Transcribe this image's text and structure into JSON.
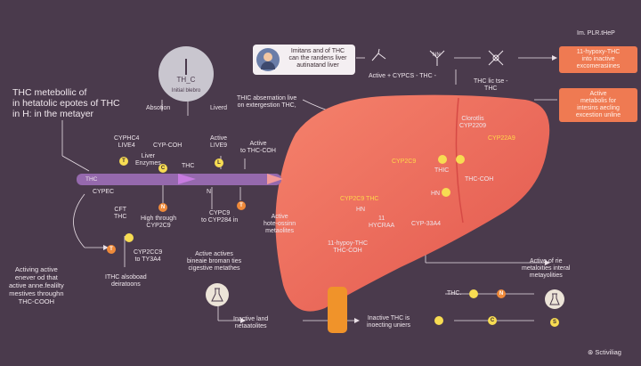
{
  "top_right": {
    "caption": "Im. PLR.tHeP"
  },
  "boxes": [
    {
      "id": "b1",
      "text": "11-hypoxy-THC\ninto inactive\nexcomerasiines"
    },
    {
      "id": "b2",
      "text": "Active\nmetabolis for\nintesins aecling\nexcestion unline"
    }
  ],
  "title": "THC metebollic of\nin hetatolic epotes of THC\nin H: in the metayer",
  "clock": {
    "label": "TH_C",
    "sub": "Initial blebro"
  },
  "labels": {
    "absotion": "Absotion",
    "liverd": "Liverd",
    "obs": "THIC absernation live\non extergestion THC,",
    "patient": "Imitans and of THC\ncan the randens liver\nautinatand liver",
    "active_cyp": "Active + CYPCS - THC -",
    "thc_ligtse": "THC lic tse -\nTHC",
    "cyp_left": "CYPHC4\nLIVE4",
    "cyp_coh": "CYP-COH",
    "active_live9": "Active\nLIVE9",
    "active_thc_coh": "Active\nto THC-COH",
    "liver_enz": "Liver\nEnzymes",
    "thc_mid": "THC",
    "thc_bar": "THC",
    "cypec": "CYPEC",
    "n_mark": "N",
    "cft": "CFT\nTHC",
    "high": "High through\nCYP2C9",
    "cyp9": "CYPC9\nto CYP284 in",
    "cyp2cc9": "CYP2CC9\nto TY3A4",
    "ithc": "ITHC alsoboad\ndeiratoons",
    "active_hote": "Active\nhote-ossinn\nmetaolites",
    "clorolis": "Clorotlis\nCYP2209",
    "cyp22a9": "CYP22A9",
    "cyp2c9_r": "CYP2C9",
    "thc_r": "THIC",
    "thc_coh_r": "THC-COH",
    "cyp3_thc": "CYP2C9    THC",
    "hn": "HN",
    "hycraa": "11\nHYCRAA",
    "cyp33a4": "CYP-33A4",
    "hypoxy": "11-hypoy-THC\nTHC-COH",
    "active_actives": "Active actives\nbineaie broman ties\ncigestive metathes",
    "activing": "Activing active\nenever od that\nactive anne.fealilty\nmestives throughn\nTHC-COOH",
    "inactive_land": "Inactive land\nnetaatolites",
    "inactive_thc": "Inactive THC is\ninoecting uniers",
    "active_rie": "Active of rie\nmetaloities interal\nmetayolities",
    "thc_r2": "THC.",
    "watermark": "Sctiviliag"
  },
  "nodes": {
    "n_t": "T",
    "n_c": "C",
    "n_n": "N",
    "n_l": "L",
    "n_t2": "T",
    "n_t3": "T",
    "n_r1": "N",
    "n_r2": "C",
    "n_r3": "S"
  },
  "colors": {
    "bg": "#4a3a4c",
    "liver": "#ef6a5a",
    "accent": "#ef7a52",
    "yellow": "#f7dc52",
    "bar": "#8a5fa5"
  }
}
